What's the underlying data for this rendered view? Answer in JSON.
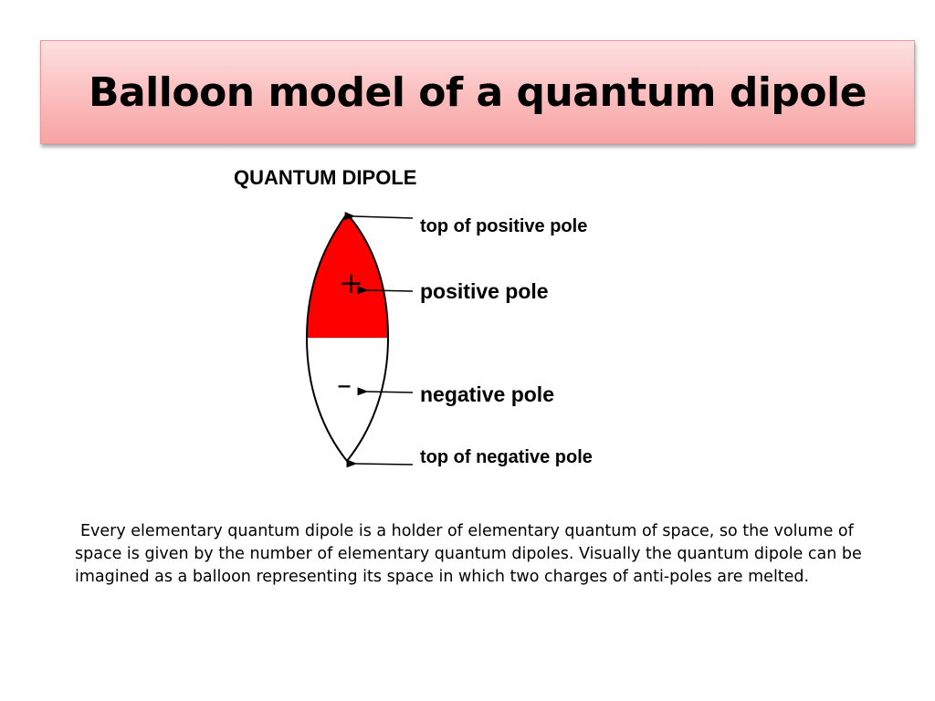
{
  "slide": {
    "title": "Balloon model of a quantum dipole",
    "diagram_heading": "QUANTUM DIPOLE",
    "labels": {
      "top_positive": "top of positive pole",
      "positive": "positive pole",
      "negative": "negative pole",
      "top_negative": "top of negative pole"
    },
    "signs": {
      "plus": "+",
      "minus": "–"
    },
    "body": "Every elementary quantum dipole is a holder of elementary quantum of space, so the volume of space is given by the number of elementary quantum dipoles.  Visually the quantum dipole can be imagined as a balloon representing its space in which two charges of anti-poles are melted."
  },
  "colors": {
    "positive_fill": "#ff0000",
    "negative_fill": "#ffffff",
    "banner": "#fbbdbd"
  }
}
